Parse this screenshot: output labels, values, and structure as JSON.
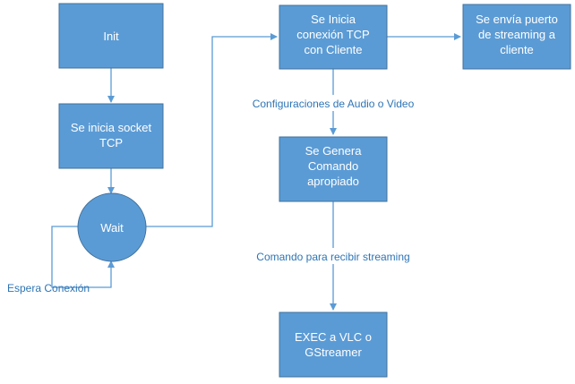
{
  "nodes": {
    "init": {
      "lines": [
        "Init"
      ]
    },
    "socket": {
      "lines": [
        "Se inicia socket",
        "TCP"
      ]
    },
    "wait": {
      "lines": [
        "Wait"
      ]
    },
    "tcp": {
      "lines": [
        "Se Inicia",
        "conexión TCP",
        "con Cliente"
      ]
    },
    "port": {
      "lines": [
        "Se envía puerto",
        "de streaming a",
        "cliente"
      ]
    },
    "command": {
      "lines": [
        "Se Genera",
        "Comando",
        "apropiado"
      ]
    },
    "exec": {
      "lines": [
        "EXEC a VLC o",
        "GStreamer"
      ]
    }
  },
  "edges": {
    "espera": "Espera Conexión",
    "config": "Configuraciones de Audio o Video",
    "recibir": "Comando para recibir streaming"
  },
  "colors": {
    "node_fill": "#5b9bd5",
    "node_stroke": "#41719c",
    "connector": "#5b9bd5",
    "label_text": "#2e75b6",
    "node_text": "#ffffff"
  }
}
